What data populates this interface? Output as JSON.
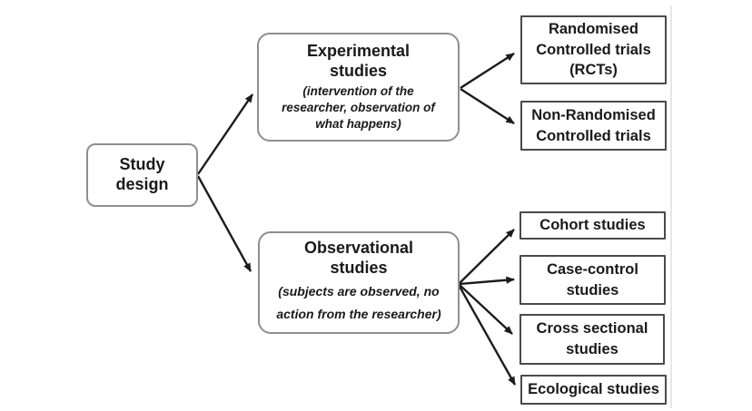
{
  "diagram": {
    "nodes": {
      "root": {
        "label": "Study\ndesign"
      },
      "experimental": {
        "title": "Experimental\nstudies",
        "subtitle": "(intervention of the\nresearcher, observation of\nwhat happens)"
      },
      "observational": {
        "title": "Observational\nstudies",
        "subtitle": "(subjects are observed, no\naction from the researcher)"
      },
      "rct": {
        "label": "Randomised\nControlled trials\n(RCTs)"
      },
      "non_rct": {
        "label": "Non-Randomised\nControlled trials"
      },
      "cohort": {
        "label": "Cohort studies"
      },
      "case_control": {
        "label": "Case-control\nstudies"
      },
      "cross_sectional": {
        "label": "Cross sectional\nstudies"
      },
      "ecological": {
        "label": "Ecological studies"
      }
    },
    "edges": [
      {
        "from": "root",
        "to": "experimental"
      },
      {
        "from": "root",
        "to": "observational"
      },
      {
        "from": "experimental",
        "to": "rct"
      },
      {
        "from": "experimental",
        "to": "non_rct"
      },
      {
        "from": "observational",
        "to": "cohort"
      },
      {
        "from": "observational",
        "to": "case_control"
      },
      {
        "from": "observational",
        "to": "cross_sectional"
      },
      {
        "from": "observational",
        "to": "ecological"
      }
    ],
    "colors": {
      "text": "#1a1a1a",
      "arrow": "#1c1c1c",
      "rounded_box_border": "#8f8f8f",
      "rect_box_border": "#4a4a4a",
      "background": "#ffffff"
    }
  }
}
